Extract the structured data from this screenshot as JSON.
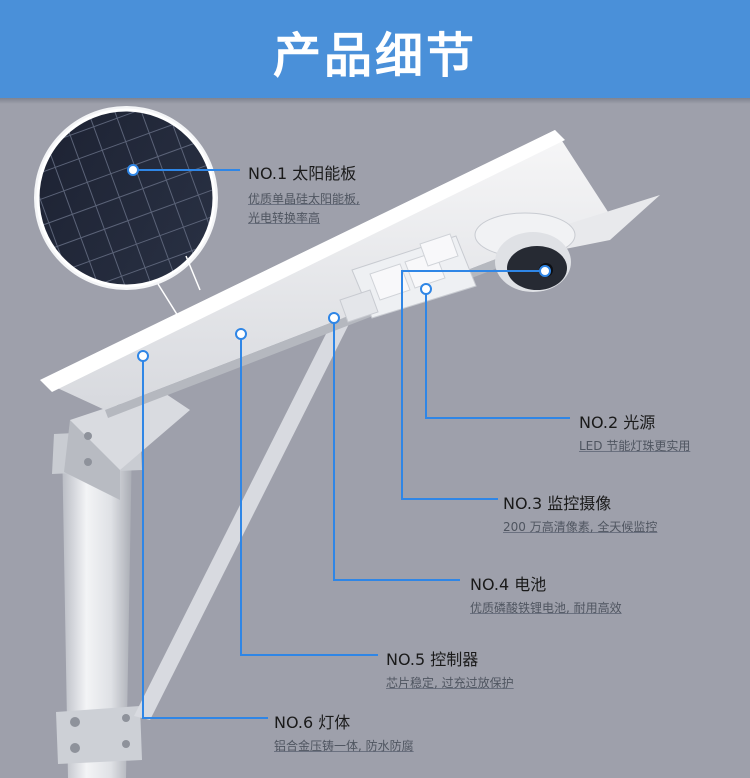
{
  "header": {
    "title": "产品细节"
  },
  "callouts": {
    "solar_panel": {
      "title": "NO.1 太阳能板",
      "desc_line1": "优质单晶硅太阳能板,",
      "desc_line2": "光电转换率高"
    },
    "light_source": {
      "title": "NO.2 光源",
      "desc": "LED 节能灯珠更实用"
    },
    "camera": {
      "title": "NO.3 监控摄像",
      "desc": "200 万高清像素, 全天候监控"
    },
    "battery": {
      "title": "NO.4 电池",
      "desc": "优质磷酸铁锂电池, 耐用高效"
    },
    "controller": {
      "title": "NO.5 控制器",
      "desc": "芯片稳定, 过充过放保护"
    },
    "lamp_body": {
      "title": "NO.6 灯体",
      "desc": "铝合金压铸一体, 防水防腐"
    }
  },
  "colors": {
    "header_bg": "#4a90d9",
    "background": "#9ea0ab",
    "callout_line": "#2f86e6",
    "dot": "#ffffff"
  },
  "icons": {
    "solar_panel_closeup": "solar-panel-closeup-image",
    "product": "solar-street-light-image",
    "camera": "dome-camera-image"
  }
}
